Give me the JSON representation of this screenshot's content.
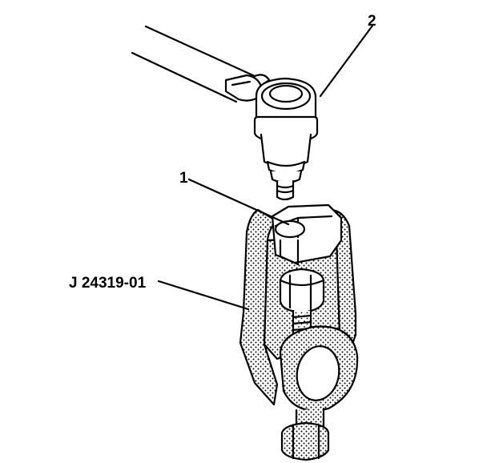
{
  "labels": {
    "callout_1": "1",
    "callout_2": "2",
    "tool_number": "J 24319-01"
  }
}
